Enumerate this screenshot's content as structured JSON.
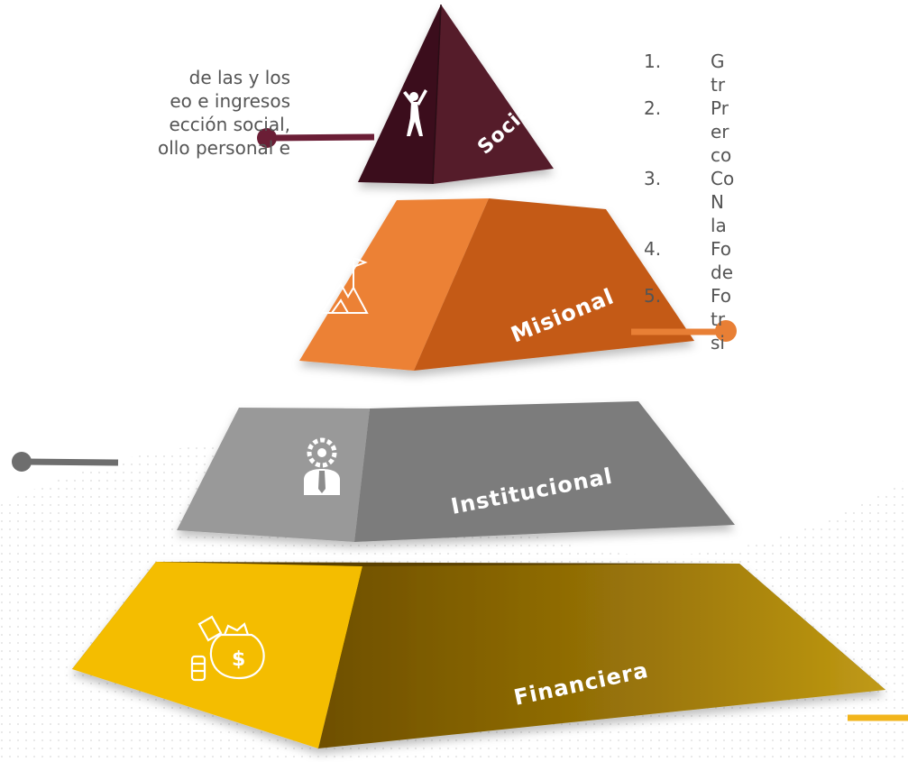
{
  "intro_text_lines": [
    "de las y  los",
    "eo e ingresos",
    "ección  social,",
    "ollo personal e"
  ],
  "pyramid_levels": [
    {
      "label": "Social",
      "icon": "dancing-person-icon",
      "color": "#4A1424"
    },
    {
      "label": "Misional",
      "icon": "mountain-flag-icon",
      "color": "#E07B2E"
    },
    {
      "label": "Institucional",
      "icon": "person-gear-icon",
      "color": "#8C8C8C"
    },
    {
      "label": "Financiera",
      "icon": "money-bag-icon",
      "color": "#C79A05"
    }
  ],
  "right_list": [
    {
      "number": "1.",
      "lines": [
        "G",
        "tr"
      ]
    },
    {
      "number": "2.",
      "lines": [
        "Pr",
        "er",
        "co"
      ]
    },
    {
      "number": "3.",
      "lines": [
        "Co",
        "N",
        "la"
      ]
    },
    {
      "number": "4.",
      "lines": [
        "Fo",
        "de"
      ]
    },
    {
      "number": "5.",
      "lines": [
        "Fo",
        "tr",
        "si"
      ]
    }
  ]
}
